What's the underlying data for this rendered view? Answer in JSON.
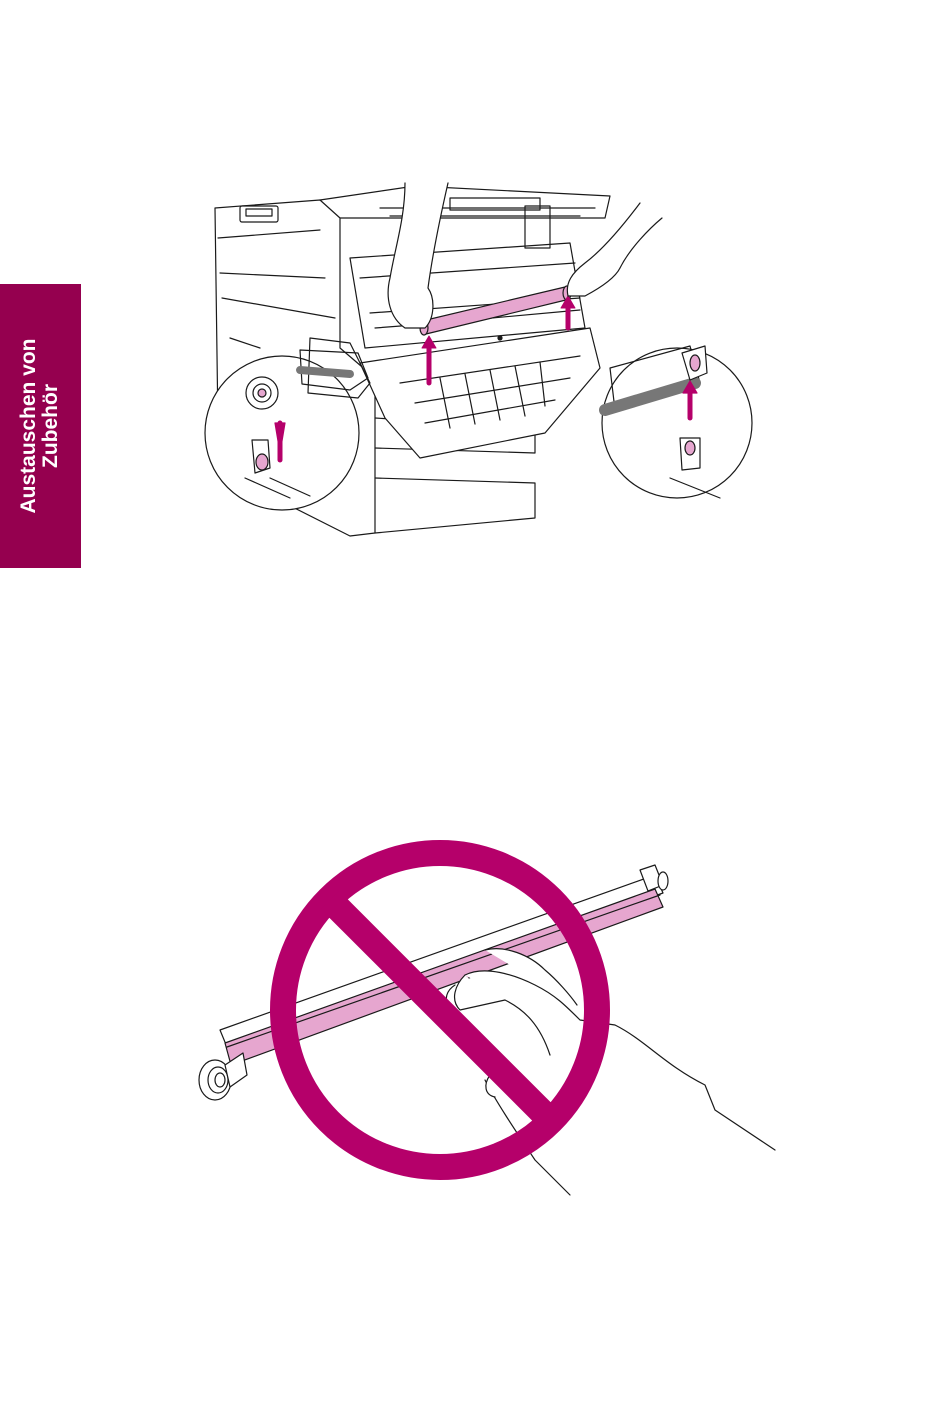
{
  "side_tab": {
    "line1": "Austauschen von",
    "line2": "Zubehör"
  },
  "colors": {
    "tab": "#95004f",
    "accent": "#b5006a",
    "roller_fill": "#e6a6cf",
    "line": "#1a1a1a"
  },
  "figures": {
    "figure1_icon": "printer-transfer-roller-removal",
    "figure2_icon": "do-not-touch-roller-warning"
  }
}
